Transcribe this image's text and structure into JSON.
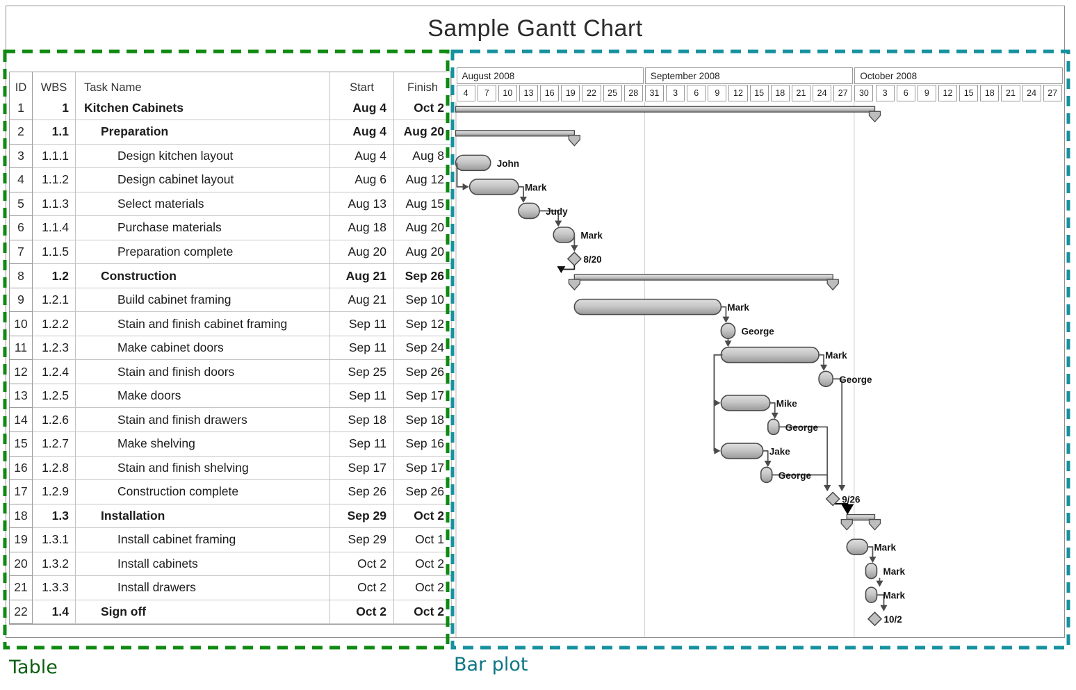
{
  "title": "Sample Gantt Chart",
  "annotations": {
    "table_label": "Table",
    "table_label_color": "#0d5f10",
    "table_box_color": "#0f8a12",
    "barplot_label": "Bar plot",
    "barplot_label_color": "#0d7684",
    "barplot_box_color": "#16929f"
  },
  "table": {
    "columns": [
      "ID",
      "WBS",
      "Task Name",
      "Start",
      "Finish"
    ],
    "rows": [
      {
        "id": "1",
        "wbs": "1",
        "name": "Kitchen Cabinets",
        "start": "Aug 4",
        "finish": "Oct 2",
        "level": 0,
        "summary": true
      },
      {
        "id": "2",
        "wbs": "1.1",
        "name": "Preparation",
        "start": "Aug 4",
        "finish": "Aug 20",
        "level": 1,
        "summary": true
      },
      {
        "id": "3",
        "wbs": "1.1.1",
        "name": "Design kitchen layout",
        "start": "Aug 4",
        "finish": "Aug 8",
        "level": 2,
        "summary": false
      },
      {
        "id": "4",
        "wbs": "1.1.2",
        "name": "Design cabinet layout",
        "start": "Aug 6",
        "finish": "Aug 12",
        "level": 2,
        "summary": false
      },
      {
        "id": "5",
        "wbs": "1.1.3",
        "name": "Select materials",
        "start": "Aug 13",
        "finish": "Aug 15",
        "level": 2,
        "summary": false
      },
      {
        "id": "6",
        "wbs": "1.1.4",
        "name": "Purchase materials",
        "start": "Aug 18",
        "finish": "Aug 20",
        "level": 2,
        "summary": false
      },
      {
        "id": "7",
        "wbs": "1.1.5",
        "name": "Preparation complete",
        "start": "Aug 20",
        "finish": "Aug 20",
        "level": 2,
        "summary": false
      },
      {
        "id": "8",
        "wbs": "1.2",
        "name": "Construction",
        "start": "Aug 21",
        "finish": "Sep 26",
        "level": 1,
        "summary": true
      },
      {
        "id": "9",
        "wbs": "1.2.1",
        "name": "Build cabinet framing",
        "start": "Aug 21",
        "finish": "Sep 10",
        "level": 2,
        "summary": false
      },
      {
        "id": "10",
        "wbs": "1.2.2",
        "name": "Stain and finish cabinet framing",
        "start": "Sep 11",
        "finish": "Sep 12",
        "level": 2,
        "summary": false
      },
      {
        "id": "11",
        "wbs": "1.2.3",
        "name": "Make cabinet doors",
        "start": "Sep 11",
        "finish": "Sep 24",
        "level": 2,
        "summary": false
      },
      {
        "id": "12",
        "wbs": "1.2.4",
        "name": "Stain and finish doors",
        "start": "Sep 25",
        "finish": "Sep 26",
        "level": 2,
        "summary": false
      },
      {
        "id": "13",
        "wbs": "1.2.5",
        "name": "Make doors",
        "start": "Sep 11",
        "finish": "Sep 17",
        "level": 2,
        "summary": false
      },
      {
        "id": "14",
        "wbs": "1.2.6",
        "name": "Stain and finish drawers",
        "start": "Sep 18",
        "finish": "Sep 18",
        "level": 2,
        "summary": false
      },
      {
        "id": "15",
        "wbs": "1.2.7",
        "name": "Make shelving",
        "start": "Sep 11",
        "finish": "Sep 16",
        "level": 2,
        "summary": false
      },
      {
        "id": "16",
        "wbs": "1.2.8",
        "name": "Stain and finish shelving",
        "start": "Sep 17",
        "finish": "Sep 17",
        "level": 2,
        "summary": false
      },
      {
        "id": "17",
        "wbs": "1.2.9",
        "name": "Construction complete",
        "start": "Sep 26",
        "finish": "Sep 26",
        "level": 2,
        "summary": false
      },
      {
        "id": "18",
        "wbs": "1.3",
        "name": "Installation",
        "start": "Sep 29",
        "finish": "Oct 2",
        "level": 1,
        "summary": true
      },
      {
        "id": "19",
        "wbs": "1.3.1",
        "name": "Install cabinet framing",
        "start": "Sep 29",
        "finish": "Oct 1",
        "level": 2,
        "summary": false
      },
      {
        "id": "20",
        "wbs": "1.3.2",
        "name": "Install cabinets",
        "start": "Oct 2",
        "finish": "Oct 2",
        "level": 2,
        "summary": false
      },
      {
        "id": "21",
        "wbs": "1.3.3",
        "name": "Install drawers",
        "start": "Oct 2",
        "finish": "Oct 2",
        "level": 2,
        "summary": false
      },
      {
        "id": "22",
        "wbs": "1.4",
        "name": "Sign off",
        "start": "Oct 2",
        "finish": "Oct 2",
        "level": 1,
        "summary": true
      }
    ]
  },
  "chart_data": {
    "type": "gantt",
    "day0_date": "Aug 4, 2008",
    "days_per_cell": 3,
    "timeline": {
      "months": [
        {
          "label": "August 2008",
          "cells": 9
        },
        {
          "label": "September 2008",
          "cells": 10
        },
        {
          "label": "October 2008",
          "cells": 10
        }
      ],
      "ticks": [
        "4",
        "7",
        "10",
        "13",
        "16",
        "19",
        "22",
        "25",
        "28",
        "31",
        "3",
        "6",
        "9",
        "12",
        "15",
        "18",
        "21",
        "24",
        "27",
        "30",
        "3",
        "6",
        "9",
        "12",
        "15",
        "18",
        "21",
        "24",
        "27"
      ]
    },
    "tasks": [
      {
        "row": 1,
        "kind": "summary",
        "name": "Kitchen Cabinets",
        "s": 0,
        "e": 60,
        "pendants": "right"
      },
      {
        "row": 2,
        "kind": "summary",
        "name": "Preparation",
        "s": 0,
        "e": 17,
        "pendants": "right"
      },
      {
        "row": 3,
        "kind": "bar",
        "name": "Design kitchen layout",
        "s": 0,
        "e": 5,
        "label": "John"
      },
      {
        "row": 4,
        "kind": "bar",
        "name": "Design cabinet layout",
        "s": 2,
        "e": 9,
        "label": "Mark"
      },
      {
        "row": 5,
        "kind": "bar",
        "name": "Select materials",
        "s": 9,
        "e": 12,
        "label": "Judy"
      },
      {
        "row": 6,
        "kind": "bar",
        "name": "Purchase materials",
        "s": 14,
        "e": 17,
        "label": "Mark"
      },
      {
        "row": 7,
        "kind": "milestone",
        "name": "Preparation complete",
        "at": 17,
        "label": "8/20"
      },
      {
        "row": 8,
        "kind": "summary",
        "name": "Construction",
        "s": 17,
        "e": 54,
        "pendants": "both"
      },
      {
        "row": 9,
        "kind": "bar",
        "name": "Build cabinet framing",
        "s": 17,
        "e": 38,
        "label": "Mark"
      },
      {
        "row": 10,
        "kind": "bar",
        "name": "Stain and finish cabinet framing",
        "s": 38,
        "e": 40,
        "label": "George"
      },
      {
        "row": 11,
        "kind": "bar",
        "name": "Make cabinet doors",
        "s": 38,
        "e": 52,
        "label": "Mark"
      },
      {
        "row": 12,
        "kind": "bar",
        "name": "Stain and finish doors",
        "s": 52,
        "e": 54,
        "label": "George"
      },
      {
        "row": 13,
        "kind": "bar",
        "name": "Make doors",
        "s": 38,
        "e": 45,
        "label": "Mike"
      },
      {
        "row": 14,
        "kind": "bar",
        "name": "Stain and finish drawers",
        "s": 45,
        "e": 46,
        "label": "George"
      },
      {
        "row": 15,
        "kind": "bar",
        "name": "Make shelving",
        "s": 38,
        "e": 44,
        "label": "Jake"
      },
      {
        "row": 16,
        "kind": "bar",
        "name": "Stain and finish shelving",
        "s": 44,
        "e": 45,
        "label": "George"
      },
      {
        "row": 17,
        "kind": "milestone",
        "name": "Construction complete",
        "at": 54,
        "label": "9/26"
      },
      {
        "row": 18,
        "kind": "summary",
        "name": "Installation",
        "s": 56,
        "e": 60,
        "pendants": "both"
      },
      {
        "row": 19,
        "kind": "bar",
        "name": "Install cabinet framing",
        "s": 56,
        "e": 59,
        "label": "Mark"
      },
      {
        "row": 20,
        "kind": "bar",
        "name": "Install cabinets",
        "s": 59,
        "e": 60,
        "label": "Mark"
      },
      {
        "row": 21,
        "kind": "bar",
        "name": "Install drawers",
        "s": 59,
        "e": 60,
        "label": "Mark"
      },
      {
        "row": 22,
        "kind": "milestone",
        "name": "Sign off",
        "at": 60,
        "label": "10/2"
      }
    ],
    "links": [
      {
        "from": 3,
        "to": 4,
        "type": "ss"
      },
      {
        "from": 4,
        "to": 5,
        "type": "fs"
      },
      {
        "from": 5,
        "to": 6,
        "type": "fs"
      },
      {
        "from": 6,
        "to": 7,
        "type": "fs"
      },
      {
        "from": 7,
        "to": 8,
        "type": "elbow-left"
      },
      {
        "from": 9,
        "to": 10,
        "type": "fs"
      },
      {
        "from": 10,
        "to": 11,
        "type": "down"
      },
      {
        "from": 11,
        "to": 13,
        "type": "ss"
      },
      {
        "from": 11,
        "to": 15,
        "type": "ss"
      },
      {
        "from": 11,
        "to": 12,
        "type": "fs"
      },
      {
        "from": 13,
        "to": 14,
        "type": "fs"
      },
      {
        "from": 15,
        "to": 16,
        "type": "fs"
      },
      {
        "from": 12,
        "to": 17,
        "type": "rail",
        "side": "right"
      },
      {
        "from": 14,
        "to": 17,
        "type": "rail",
        "side": "left"
      },
      {
        "from": 16,
        "to": 17,
        "type": "rail",
        "side": "left"
      },
      {
        "from": 17,
        "to": 18,
        "type": "black"
      },
      {
        "from": 19,
        "to": 20,
        "type": "fs"
      },
      {
        "from": 20,
        "to": 21,
        "type": "down",
        "at": "end"
      },
      {
        "from": 21,
        "to": 22,
        "type": "rail",
        "side": "right"
      }
    ]
  }
}
